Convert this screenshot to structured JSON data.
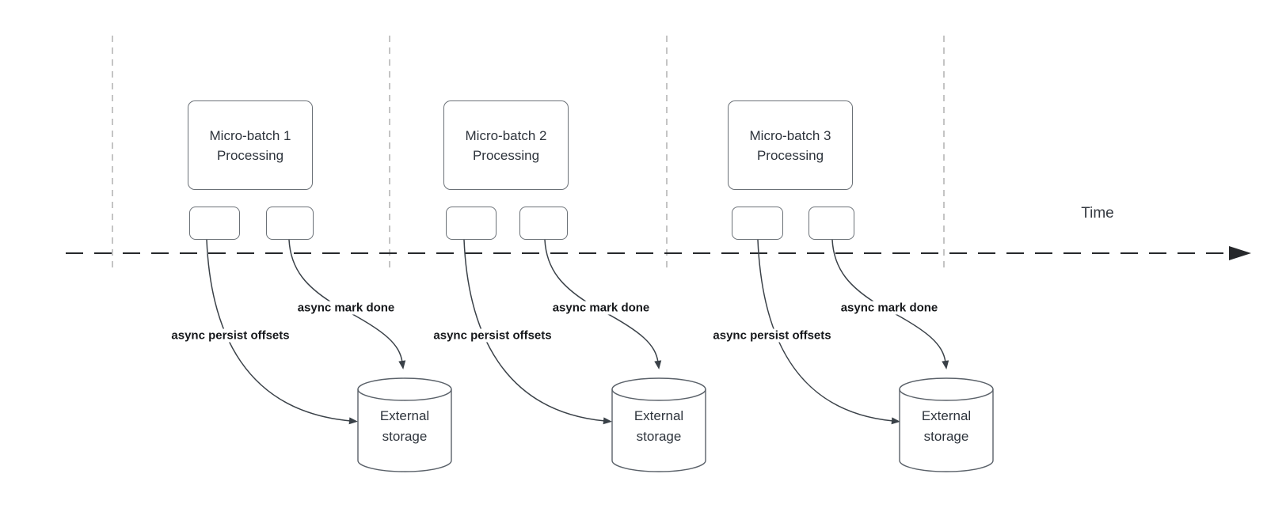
{
  "time_axis": {
    "label": "Time"
  },
  "groups": [
    {
      "process": "Micro-batch 1\nProcessing",
      "persist_label": "async persist offsets",
      "mark_done_label": "async mark done",
      "storage": "External\nstorage"
    },
    {
      "process": "Micro-batch 2\nProcessing",
      "persist_label": "async persist offsets",
      "mark_done_label": "async mark done",
      "storage": "External\nstorage"
    },
    {
      "process": "Micro-batch 3\nProcessing",
      "persist_label": "async persist offsets",
      "mark_done_label": "async mark done",
      "storage": "External\nstorage"
    }
  ],
  "colors": {
    "connector": "#3a4148",
    "guide_line": "#b0b0b0",
    "axis_line": "#26282b",
    "shape_border": "#6b7177",
    "shape_text": "#2e343c",
    "edge_label_text": "#16181b",
    "background": "#ffffff"
  }
}
